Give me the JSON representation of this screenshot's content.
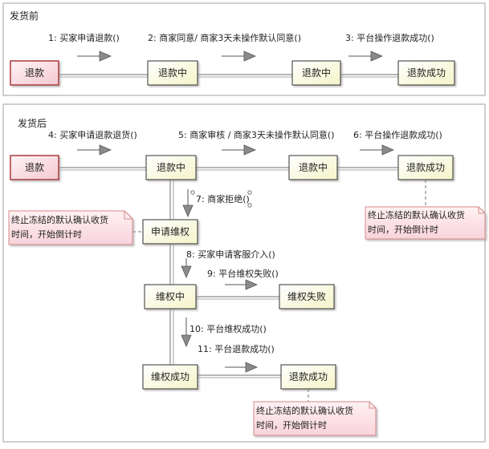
{
  "pre_shipment": {
    "title": "发货前",
    "nodes": {
      "refund": "退款",
      "refunding": "退款中",
      "refunding2": "退款中",
      "success": "退款成功"
    },
    "messages": [
      "1: 买家申请退款()",
      "2: 商家同意/ 商家3天未操作默认同意()",
      "3: 平台操作退款成功()"
    ]
  },
  "post_shipment": {
    "title": "发货后",
    "nodes": {
      "refund": "退款",
      "refunding": "退款中",
      "refunding2": "退款中",
      "success": "退款成功",
      "apply_dispute": "申请维权",
      "disputing": "维权中",
      "dispute_failed": "维权失败",
      "dispute_success": "维权成功",
      "refund_success2": "退款成功"
    },
    "messages": [
      "4: 买家申请退款退货()",
      "5: 商家审核 / 商家3天未操作默认同意()",
      "6: 平台操作退款成功()",
      "7: 商家拒绝()",
      "8: 买家申请客服介入()",
      "9: 平台维权失败()",
      "10: 平台维权成功()",
      "11: 平台退款成功()"
    ],
    "notes": {
      "left": [
        "终止冻结的默认确认收货",
        "时间，开始倒计时"
      ],
      "right": [
        "终止冻结的默认确认收货",
        "时间，开始倒计时"
      ],
      "bottom": [
        "终止冻结的默认确认收货",
        "时间，开始倒计时"
      ]
    }
  },
  "colors": {
    "start_node_fill": "#f7dbe0",
    "start_node_border": "#a83a3a",
    "node_fill": "#fbfbd8",
    "note_fill": "#fbe1e6",
    "note_border": "#d58a8a",
    "lifeline": "#8a8a8a",
    "arrow_fill": "#8a8a8a"
  }
}
